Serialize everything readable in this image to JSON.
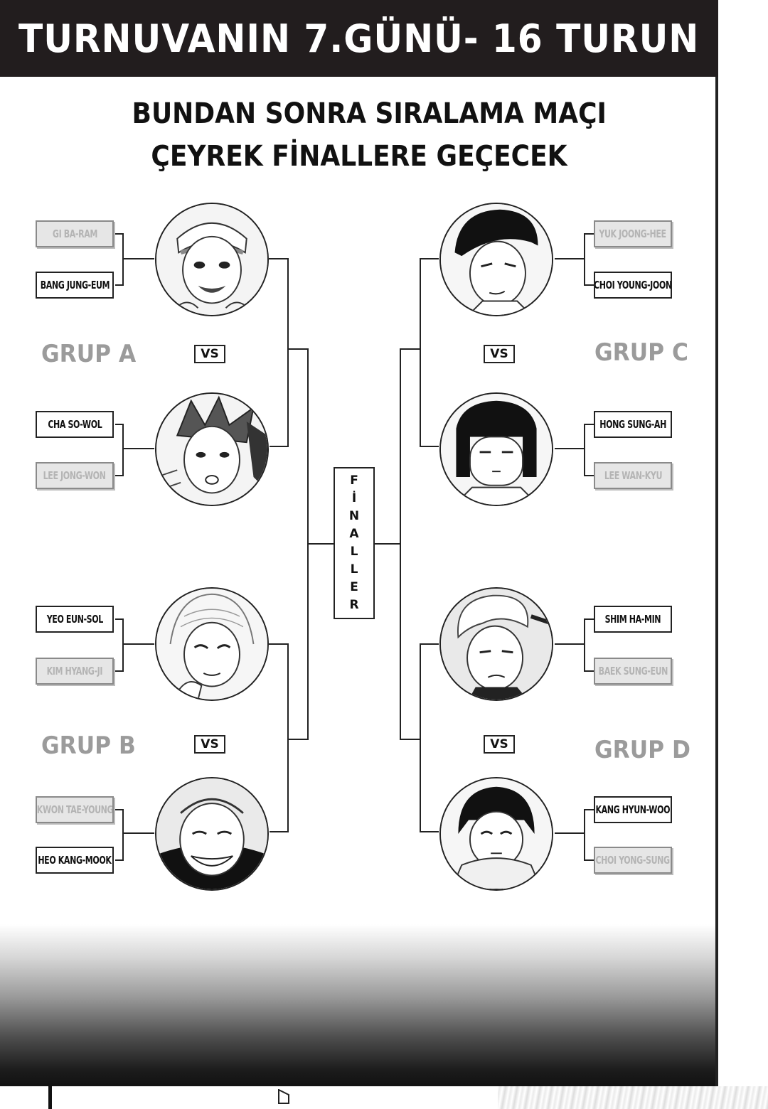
{
  "header": {
    "title": "TURNUVANIN 7.GÜNÜ- 16 TURUN"
  },
  "subtitle": {
    "line1": "BUNDAN SONRA SIRALAMA MAÇI",
    "line2": "ÇEYREK FİNALLERE GEÇECEK"
  },
  "vs_label": "VS",
  "final": {
    "letters": [
      "F",
      "İ",
      "N",
      "A",
      "L",
      "L",
      "E",
      "R"
    ]
  },
  "groups": {
    "a": {
      "label": "GRUP A",
      "match1": {
        "winner": "GI BA-RAM",
        "loser": "BANG JUNG-EUM"
      },
      "match2": {
        "winner": "CHA SO-WOL",
        "loser": "LEE JONG-WON"
      }
    },
    "b": {
      "label": "GRUP B",
      "match1": {
        "winner": "YEO EUN-SOL",
        "loser": "KIM HYANG-JI"
      },
      "match2": {
        "winner": "KWON TAE-YOUNG",
        "loser": "HEO KANG-MOOK"
      }
    },
    "c": {
      "label": "GRUP C",
      "match1": {
        "winner": "YUK JOONG-HEE",
        "loser": "CHOI YOUNG-JOON"
      },
      "match2": {
        "winner": "HONG SUNG-AH",
        "loser": "LEE WAN-KYU"
      }
    },
    "d": {
      "label": "GRUP D",
      "match1": {
        "winner": "SHIM HA-MIN",
        "loser": "BAEK SUNG-EUN"
      },
      "match2": {
        "winner": "KANG HYUN-WOO",
        "loser": "CHOI YONG-SUNG"
      }
    }
  },
  "colors": {
    "header_bg": "#221d1e",
    "eliminated_text": "#b4b4b4",
    "group_label": "#9b9b9b"
  }
}
